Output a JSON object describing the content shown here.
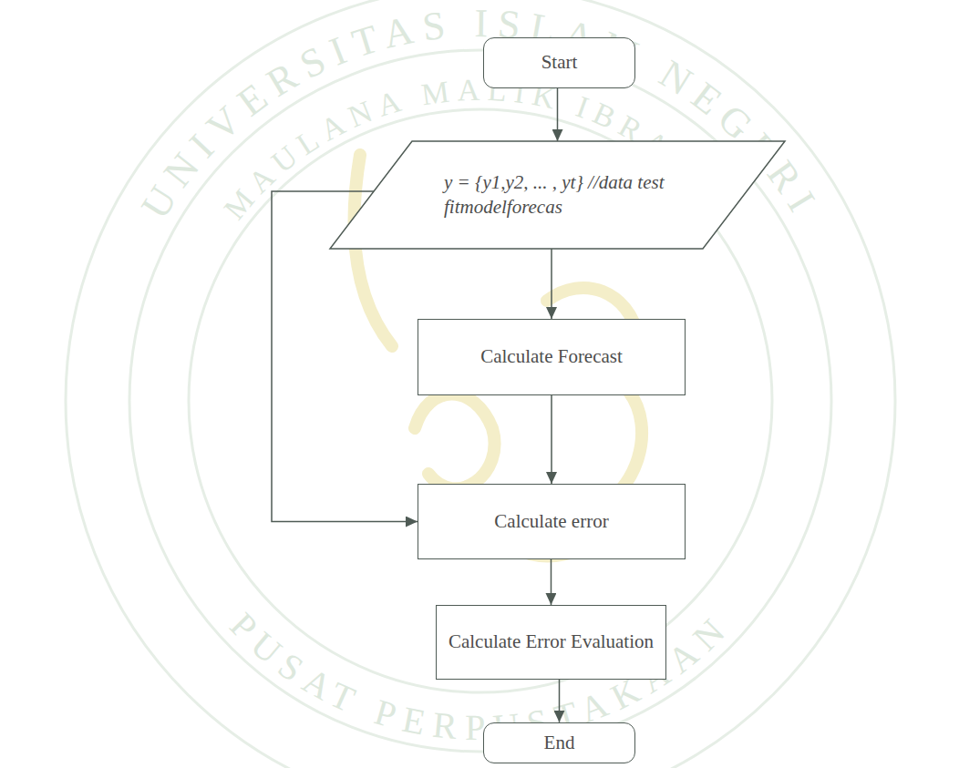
{
  "diagram": {
    "nodes": [
      {
        "text": [
          "Start"
        ]
      },
      {
        "text": [
          "y = {y1,y2, ... , yt} //data test fitmodelforecas"
        ]
      },
      {
        "text": [
          "Calculate Forecast"
        ]
      },
      {
        "text": [
          "Calculate error"
        ]
      },
      {
        "text": [
          "Calculate Error Evaluation"
        ]
      },
      {
        "text": [
          "End"
        ]
      }
    ],
    "edges": [
      {
        "from": 0,
        "to": 1,
        "arrow": "to"
      },
      {
        "from": 1,
        "to": 2,
        "arrow": "to"
      },
      {
        "from": 2,
        "to": 3,
        "arrow": "to"
      },
      {
        "from": 1,
        "to": 3,
        "arrow": "to"
      },
      {
        "from": 3,
        "to": 4,
        "arrow": "to"
      },
      {
        "from": 4,
        "to": 5,
        "arrow": "to"
      }
    ],
    "labels": [
      "UNIVERSITAS ISLAM NEGERI",
      "MAULANA MALIK IBRAHIM",
      "PUSAT PERPUSTAKAAN"
    ]
  }
}
